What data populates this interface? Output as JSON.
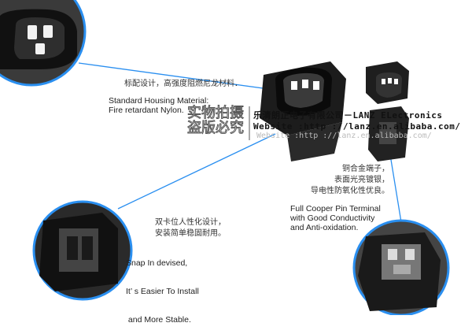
{
  "callouts": {
    "housing": {
      "cn": "标配设计，高强度阻燃尼龙材料．",
      "en_line1": "Standard Housing Material:",
      "en_line2": "Fire retardant Nylon."
    },
    "snap": {
      "cn_line1": "双卡位人性化设计，",
      "cn_line2": "安装简单稳固耐用。",
      "en_line1": "Snap In devised,",
      "en_line2": "It’ s Easier To Install",
      "en_line3": " and More Stable."
    },
    "pin": {
      "cn_line1": "铜合金端子，",
      "cn_line2": "表面光亮镀银，",
      "cn_line3": "导电性防氧化性优良。",
      "en_line1": "Full Cooper Pin Terminal",
      "en_line2": "with Good Conductivity",
      "en_line3": "and Anti-oxidation."
    }
  },
  "watermark": {
    "stamp_line1": "实物拍摄",
    "stamp_line2": "盗版必究",
    "company": "乐清朗正电子有限公司－LANZ ELectronics",
    "website": "Website :http ://lanz.en.alibaba.com/",
    "website_ghost": "Website :http ://lanz.en.alibaba.com/"
  },
  "colors": {
    "accent": "#2a8ff0",
    "product": "#1c1c1c"
  }
}
